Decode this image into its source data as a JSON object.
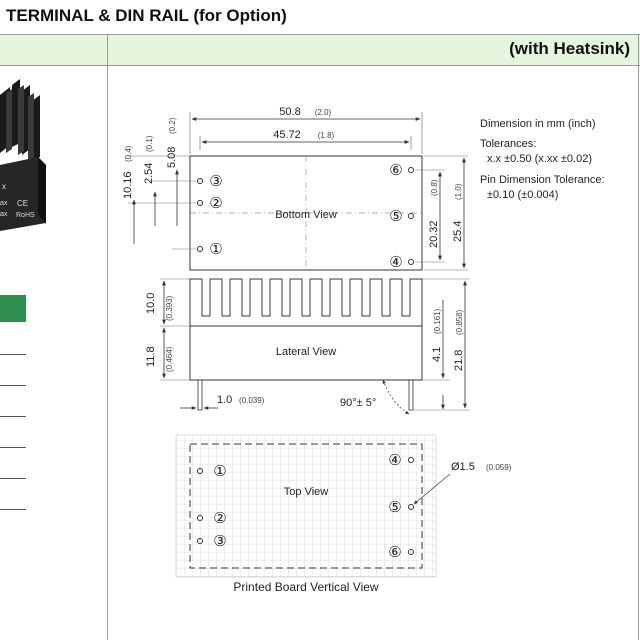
{
  "page": {
    "title": "TERMINAL & DIN RAIL (for Option)",
    "heatsink_label": "(with Heatsink)"
  },
  "product_marks": {
    "ce": "CE",
    "rohs": "RoHS",
    "x1": "x",
    "x2": "ax",
    "x3": "ax"
  },
  "dimensions": {
    "width_total": "50.8",
    "width_total_in": "(2.0)",
    "width_pins": "45.72",
    "width_pins_in": "(1.8)",
    "dim_1016": "10.16",
    "dim_1016_in": "(0.4)",
    "dim_254": "2.54",
    "dim_254_in": "(0.1)",
    "dim_508": "5.08",
    "dim_508_in": "(0.2)",
    "dim_2032": "20.32",
    "dim_2032_in": "(0.8)",
    "dim_254h": "25.4",
    "dim_254h_in": "(1.0)",
    "dim_100": "10.0",
    "dim_100_in": "(0.393)",
    "dim_118": "11.8",
    "dim_118_in": "(0.464)",
    "dim_41": "4.1",
    "dim_41_in": "(0.161)",
    "dim_218": "21.8",
    "dim_218_in": "(0.858)",
    "dim_10": "1.0",
    "dim_10_in": "(0.039)",
    "angle": "90°± 5°",
    "hole": "Ø1.5",
    "hole_in": "(0.059)"
  },
  "views": {
    "bottom": "Bottom View",
    "lateral": "Lateral View",
    "top": "Top View",
    "pcb": "Printed Board Vertical View"
  },
  "pins": [
    "①",
    "②",
    "③",
    "④",
    "⑤",
    "⑥"
  ],
  "notes": {
    "unit": "Dimension in mm (inch)",
    "tol_label": "Tolerances:",
    "tol_value": "x.x ±0.50 (x.xx ±0.02)",
    "pin_tol_label": "Pin Dimension Tolerance:",
    "pin_tol_value": "±0.10 (±0.004)"
  },
  "colors": {
    "header_band": "#e6f5de",
    "green_bar": "#2f8f4e",
    "grid": "#b9c4d6"
  }
}
